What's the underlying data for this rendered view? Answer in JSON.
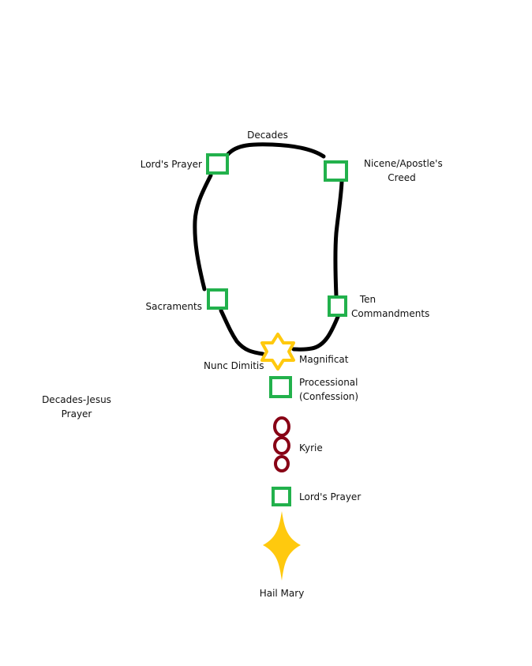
{
  "colors": {
    "loop": "#000000",
    "bead_square": "#22b14c",
    "star": "#ffc90e",
    "kyrie": "#880015"
  },
  "labels": {
    "decades": "Decades",
    "lords_prayer_top": "Lord's Prayer",
    "creed_line1": "Nicene/Apostle's",
    "creed_line2": "Creed",
    "sacraments": "Sacraments",
    "ten_line1": "Ten",
    "ten_line2": "Commandments",
    "nunc_dimitis": "Nunc Dimitis",
    "magnificat": "Magnificat",
    "processional_line1": "Processional",
    "processional_line2": "(Confession)",
    "kyrie": "Kyrie",
    "lords_prayer_bottom": "Lord's Prayer",
    "hail_mary": "Hail Mary",
    "decades_jesus_line1": "Decades-Jesus",
    "decades_jesus_line2": "Prayer"
  }
}
